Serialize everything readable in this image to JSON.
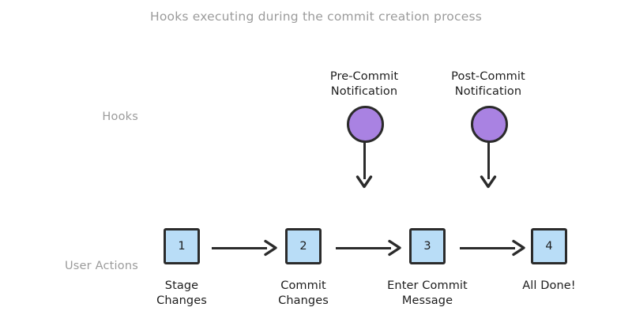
{
  "title": "Hooks executing during the commit creation process",
  "lanes": [
    {
      "id": "hooks",
      "label": "Hooks"
    },
    {
      "id": "user-actions",
      "label": "User Actions"
    }
  ],
  "hooks": [
    {
      "caption": "Pre-Commit\nNotification",
      "marker": "circle-node",
      "arrow": "down-arrow"
    },
    {
      "caption": "Post-Commit\nNotification",
      "marker": "circle-node",
      "arrow": "down-arrow"
    }
  ],
  "steps": [
    {
      "number": "1",
      "caption": "Stage\nChanges"
    },
    {
      "number": "2",
      "caption": "Commit\nChanges"
    },
    {
      "number": "3",
      "caption": "Enter Commit\nMessage"
    },
    {
      "number": "4",
      "caption": "All Done!"
    }
  ],
  "connectors": [
    {
      "from": "1",
      "to": "2",
      "direction": "right"
    },
    {
      "from": "2",
      "to": "3",
      "direction": "right"
    },
    {
      "from": "3",
      "to": "4",
      "direction": "right"
    }
  ],
  "colors": {
    "hook_fill": "#a982e2",
    "step_fill": "#b9ddf7",
    "stroke": "#2b2b2b",
    "label_gray": "#9b9b9b",
    "text": "#1d1d1d",
    "background": "#ffffff"
  }
}
